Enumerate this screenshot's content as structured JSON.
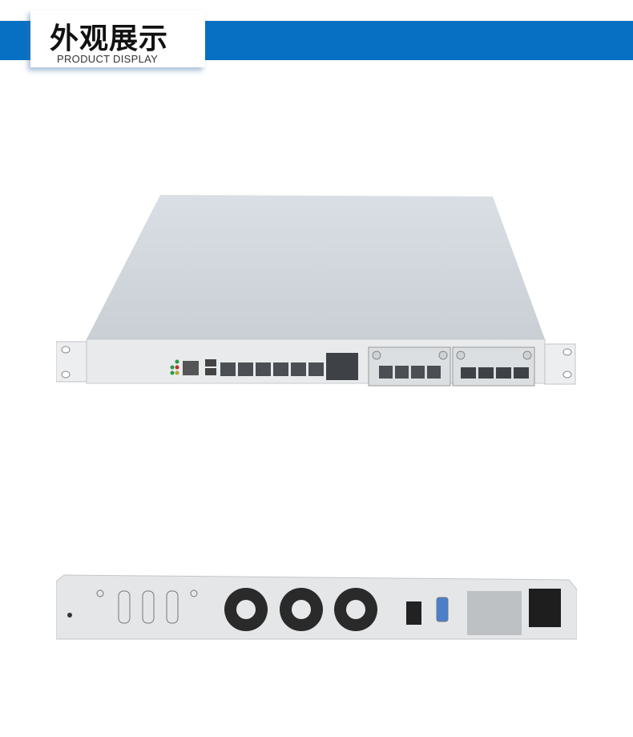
{
  "header": {
    "title_cn": "外观展示",
    "title_en": "PRODUCT DISPLAY",
    "accent_color": "#0870c2"
  },
  "images": {
    "front_view": {
      "label": "1U rackmount network appliance, front view"
    },
    "rear_view": {
      "label": "1U rackmount network appliance, rear view"
    }
  }
}
